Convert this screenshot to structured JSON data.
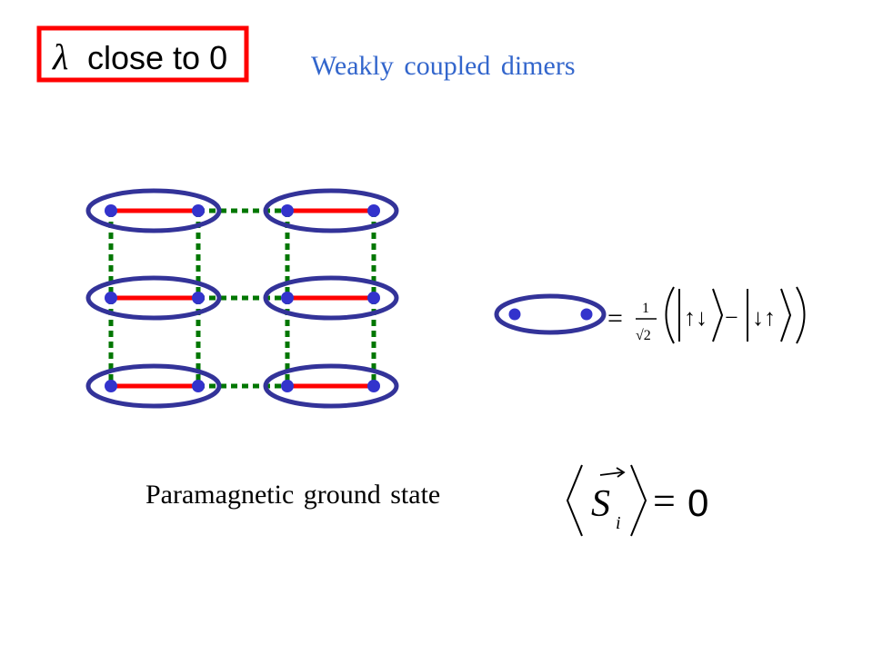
{
  "title_box": {
    "symbol": "λ",
    "text": "close to 0"
  },
  "heading": "Weakly coupled dimers",
  "singlet_equation": {
    "equals": "=",
    "coef_numerator": "1",
    "coef_denominator": "√2",
    "ket1": "↑↓",
    "minus": "−",
    "ket2": "↓↑"
  },
  "caption": "Paramagnetic ground state",
  "expectation_equation": {
    "operator": "S",
    "subscript": "i",
    "equals": "=",
    "value": "0"
  },
  "colors": {
    "title_border": "#ff0000",
    "heading": "#3366cc",
    "site_fill": "#3333cc",
    "ellipse_stroke": "#333399",
    "dimer_bond": "#ff0000",
    "interdimer_bond": "#007700"
  }
}
